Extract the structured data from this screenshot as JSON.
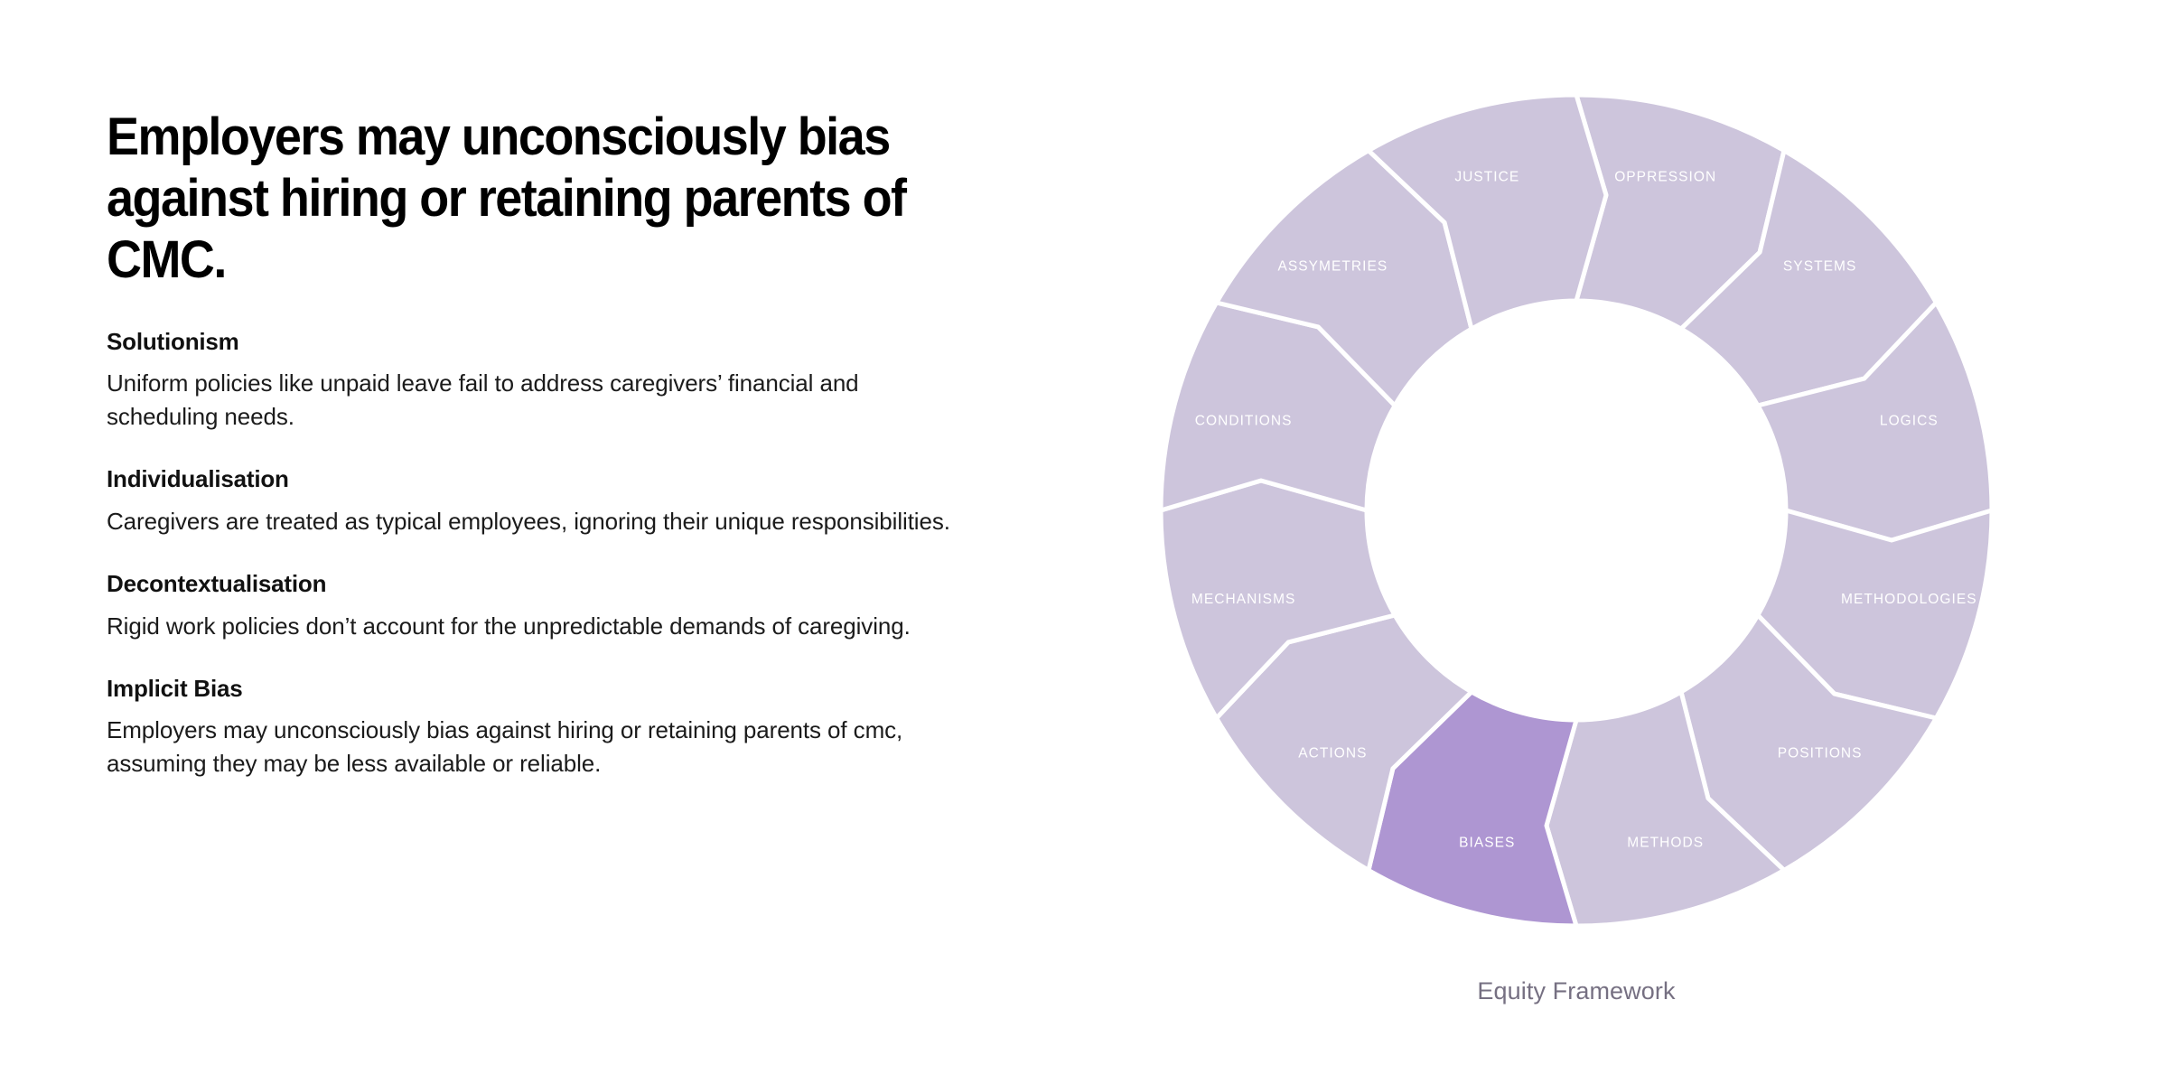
{
  "headline": "Employers may unconsciously bias against hiring or retaining parents of CMC.",
  "sections": [
    {
      "title": "Solutionism",
      "body": "Uniform policies like unpaid leave fail to address caregivers’ financial and scheduling needs."
    },
    {
      "title": "Individualisation",
      "body": "Caregivers are treated as typical employees, ignoring their unique responsibilities."
    },
    {
      "title": "Decontextualisation",
      "body": "Rigid work policies don’t account for the unpredictable demands of caregiving."
    },
    {
      "title": "Implicit Bias",
      "body": "Employers may unconsciously bias against hiring or retaining parents of cmc, assuming they may be less available or reliable."
    }
  ],
  "chart_data": {
    "type": "pie",
    "title": "Equity Framework",
    "subtype": "donut",
    "center": [
      505,
      505
    ],
    "outer_radius": 460,
    "inner_radius": 232,
    "divider_color": "#ffffff",
    "divider_width": 5,
    "base_color": "#cdc5dc",
    "highlight_color": "#ae96d2",
    "label_color": "#ffffff",
    "start_angle_deg": -90,
    "segment_count": 12,
    "equal_segments": true,
    "segment_degrees": 30,
    "highlighted": "BIASES",
    "categories": [
      "OPPRESSION",
      "SYSTEMS",
      "LOGICS",
      "METHODOLOGIES",
      "POSITIONS",
      "METHODS",
      "BIASES",
      "ACTIONS",
      "MECHANISMS",
      "CONDITIONS",
      "ASSYMETRIES",
      "JUSTICE"
    ],
    "values": [
      1,
      1,
      1,
      1,
      1,
      1,
      1,
      1,
      1,
      1,
      1,
      1
    ],
    "segments": [
      {
        "label": "OPPRESSION",
        "highlighted": false,
        "color": "#cdc5dc"
      },
      {
        "label": "SYSTEMS",
        "highlighted": false,
        "color": "#cdc5dc"
      },
      {
        "label": "LOGICS",
        "highlighted": false,
        "color": "#cdc5dc"
      },
      {
        "label": "METHODOLOGIES",
        "highlighted": false,
        "color": "#cdc5dc"
      },
      {
        "label": "POSITIONS",
        "highlighted": false,
        "color": "#cdc5dc"
      },
      {
        "label": "METHODS",
        "highlighted": false,
        "color": "#cdc5dc"
      },
      {
        "label": "BIASES",
        "highlighted": true,
        "color": "#ae96d2"
      },
      {
        "label": "ACTIONS",
        "highlighted": false,
        "color": "#cdc5dc"
      },
      {
        "label": "MECHANISMS",
        "highlighted": false,
        "color": "#cdc5dc"
      },
      {
        "label": "CONDITIONS",
        "highlighted": false,
        "color": "#cdc5dc"
      },
      {
        "label": "ASSYMETRIES",
        "highlighted": false,
        "color": "#cdc5dc"
      },
      {
        "label": "JUSTICE",
        "highlighted": false,
        "color": "#cdc5dc"
      }
    ]
  }
}
